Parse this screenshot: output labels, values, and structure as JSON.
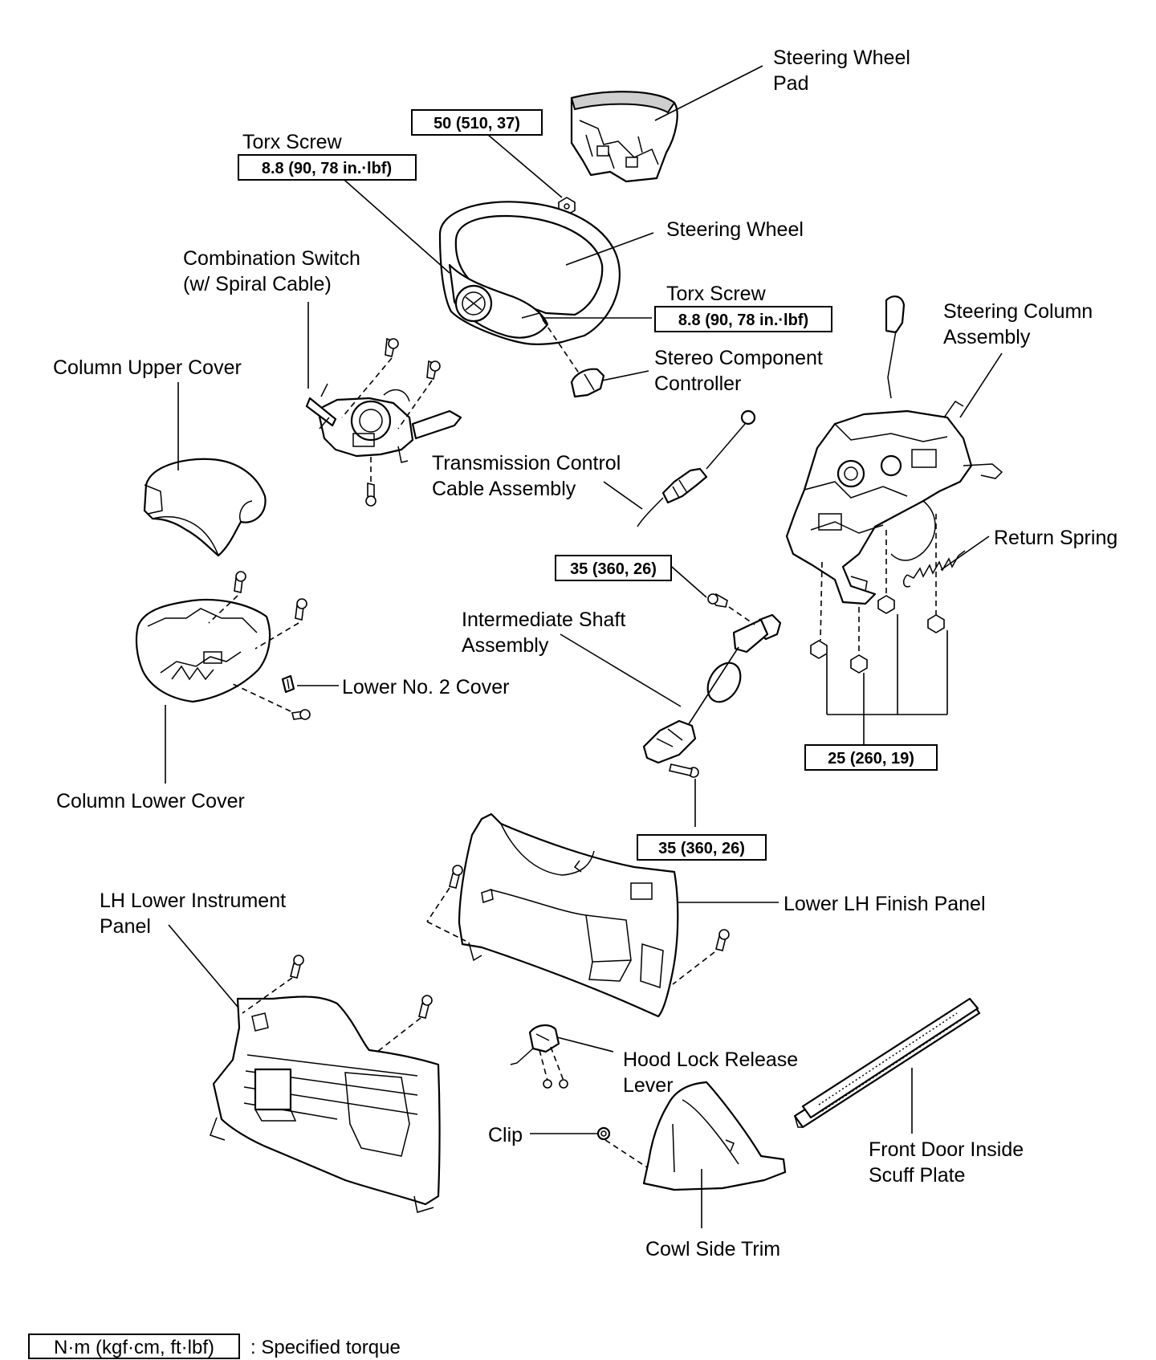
{
  "labels": {
    "steering_wheel_pad": [
      "Steering Wheel",
      "Pad"
    ],
    "torx_screw_1": "Torx Screw",
    "torx_screw_2": "Torx Screw",
    "steering_wheel": "Steering Wheel",
    "combination_switch": [
      "Combination Switch",
      "(w/ Spiral Cable)"
    ],
    "steering_column_assembly": [
      "Steering Column",
      "Assembly"
    ],
    "column_upper_cover": "Column Upper Cover",
    "stereo_component_controller": [
      "Stereo Component",
      "Controller"
    ],
    "transmission_control_cable": [
      "Transmission Control",
      "Cable Assembly"
    ],
    "return_spring": "Return Spring",
    "intermediate_shaft": [
      "Intermediate Shaft",
      "Assembly"
    ],
    "lower_no2_cover": "Lower No. 2 Cover",
    "column_lower_cover": "Column Lower Cover",
    "lh_lower_instrument_panel": [
      "LH Lower Instrument",
      "Panel"
    ],
    "lower_lh_finish_panel": "Lower LH Finish Panel",
    "hood_lock_release_lever": [
      "Hood Lock Release",
      "Lever"
    ],
    "clip": "Clip",
    "front_door_scuff_plate": [
      "Front Door Inside",
      "Scuff Plate"
    ],
    "cowl_side_trim": "Cowl Side Trim"
  },
  "torques": {
    "steering_wheel_nut": "50 (510, 37)",
    "torx_screw_1": "8.8 (90, 78 in.·lbf)",
    "torx_screw_2": "8.8 (90, 78 in.·lbf)",
    "intermediate_shaft_upper": "35 (360, 26)",
    "column_assembly": "25 (260, 19)",
    "intermediate_shaft_lower": "35 (360, 26)"
  },
  "legend": {
    "unit": "N·m (kgf·cm, ft·lbf)",
    "description": ": Specified torque"
  }
}
